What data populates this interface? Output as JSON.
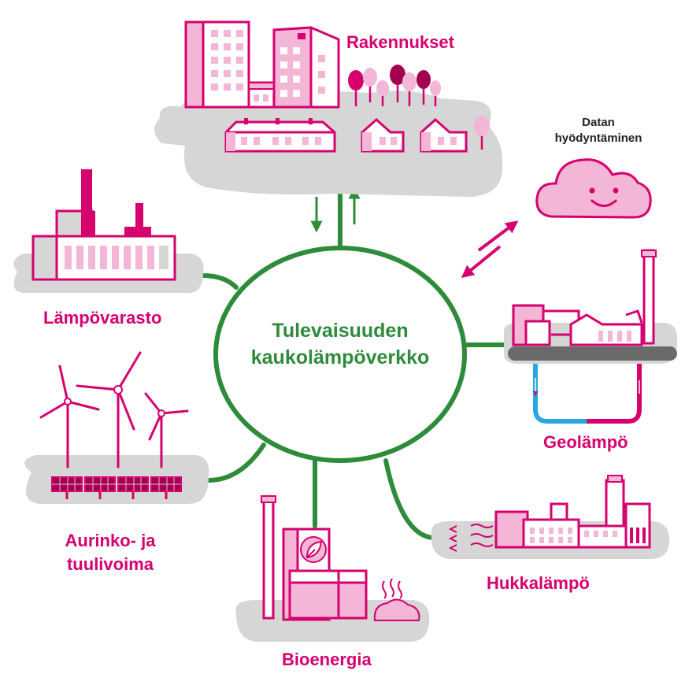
{
  "center": {
    "line1": "Tulevaisuuden",
    "line2": "kaukolämpöverkko"
  },
  "nodes": {
    "buildings": {
      "label": "Rakennukset"
    },
    "data": {
      "line1": "Datan",
      "line2": "hyödyntäminen"
    },
    "storage": {
      "label": "Lämpövarasto"
    },
    "geothermal": {
      "label": "Geolämpö"
    },
    "solar_wind": {
      "line1": "Aurinko- ja",
      "line2": "tuulivoima"
    },
    "waste_heat": {
      "label": "Hukkalämpö"
    },
    "bioenergy": {
      "label": "Bioenergia"
    }
  },
  "colors": {
    "pink": "#d6006e",
    "light_pink": "#f3b6d6",
    "green": "#2e8b3a",
    "gray": "#d6d6d6",
    "blue": "#29a8e0"
  }
}
